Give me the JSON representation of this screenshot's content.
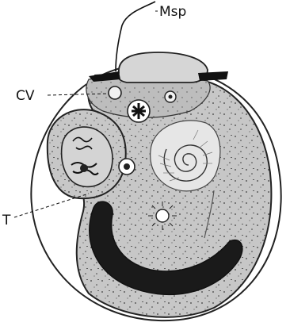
{
  "figure": {
    "labels": {
      "msp": "Msp",
      "cv": "CV",
      "t": "T"
    }
  }
}
